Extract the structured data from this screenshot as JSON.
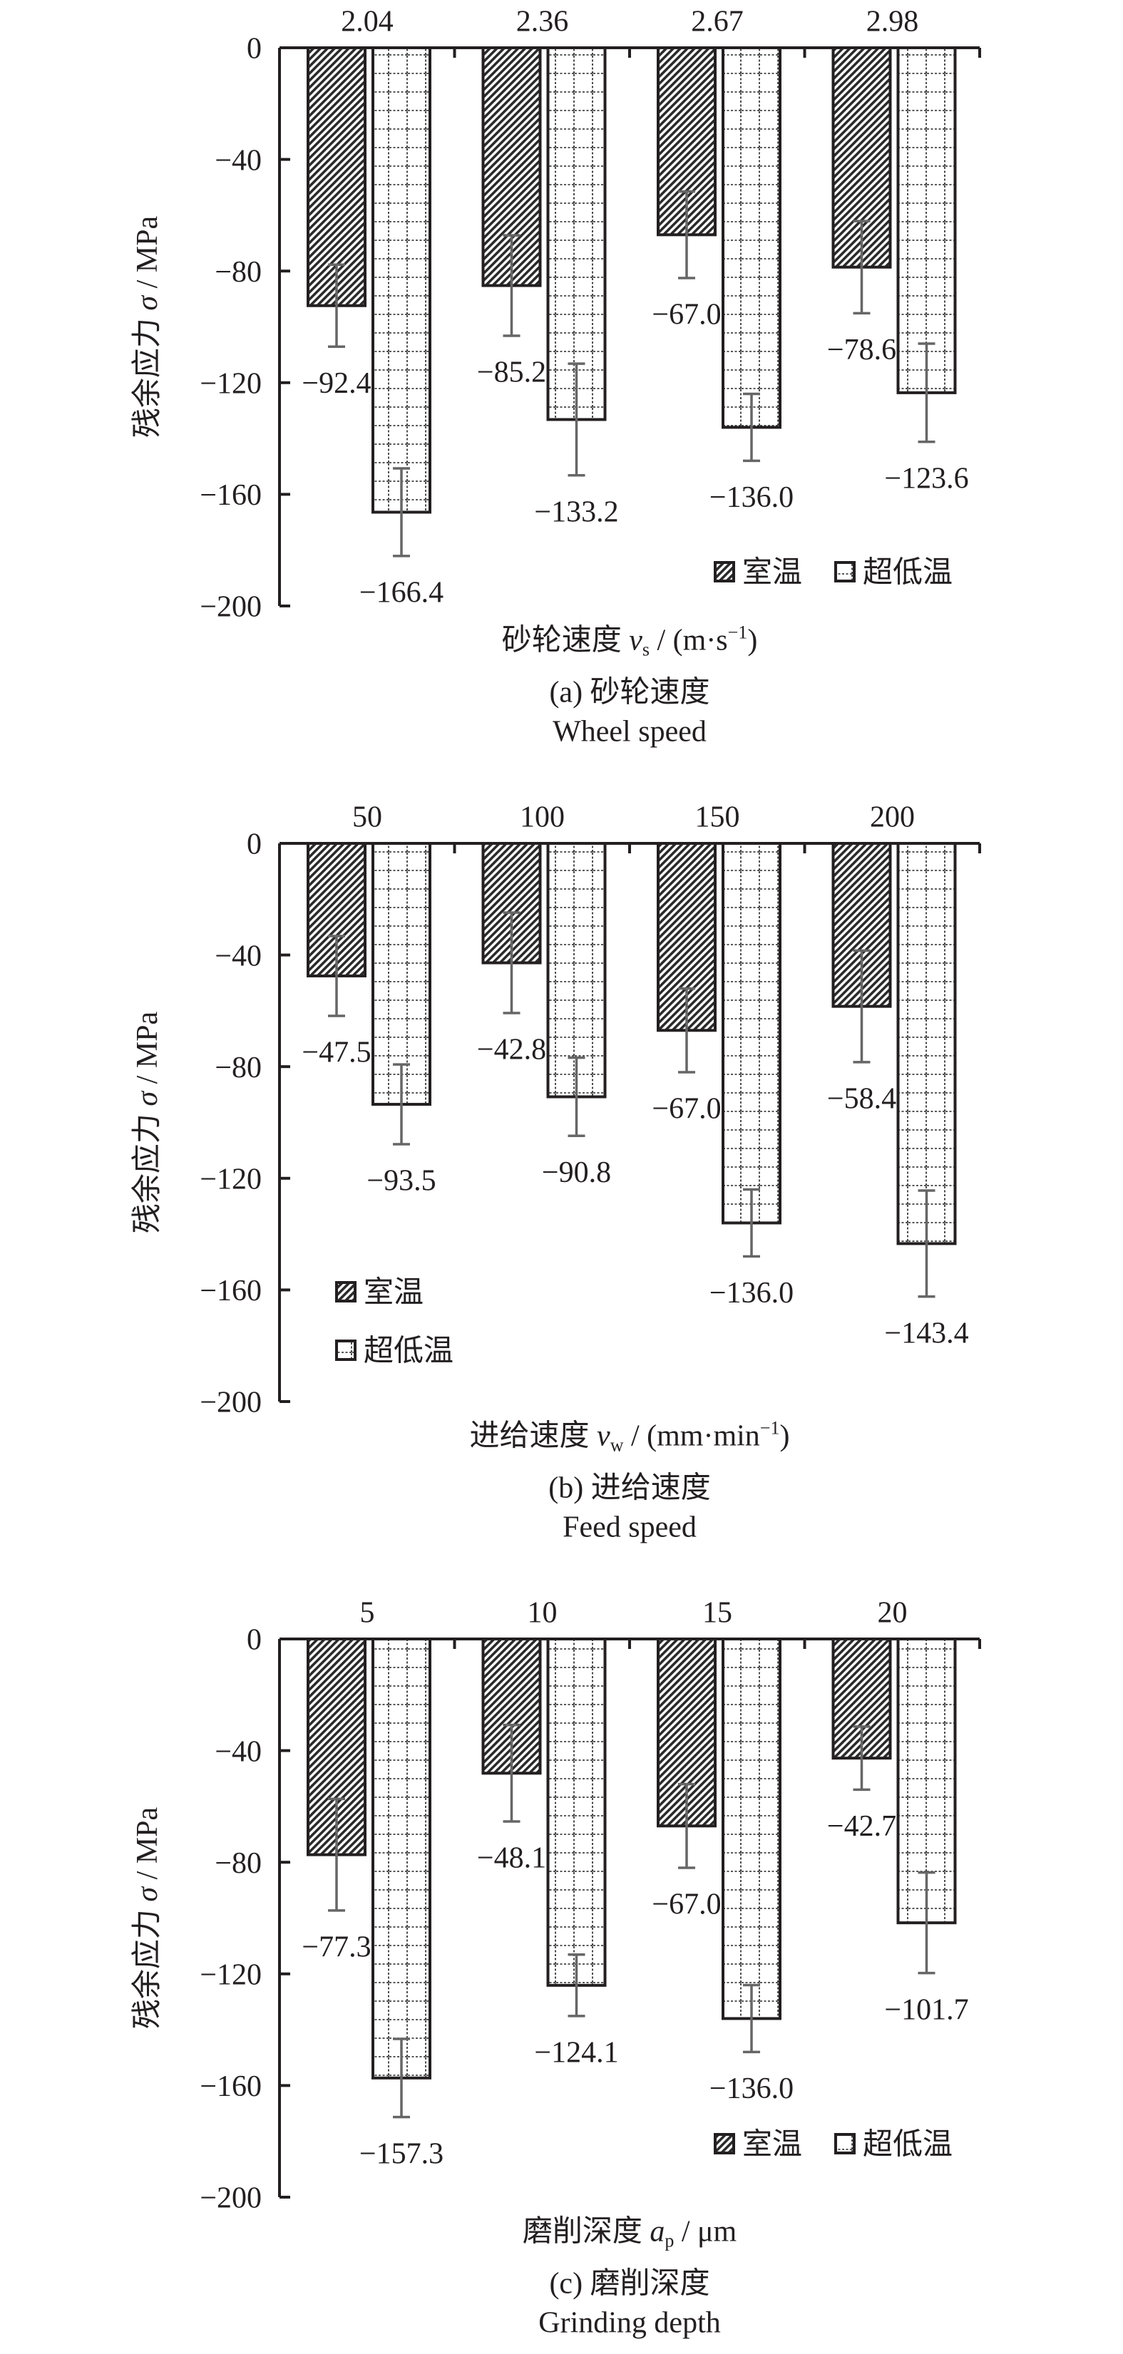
{
  "chart_data": [
    {
      "type": "bar",
      "panel": "a",
      "categories": [
        "2.04",
        "2.36",
        "2.67",
        "2.98"
      ],
      "series": [
        {
          "name": "室温",
          "values": [
            -92.4,
            -85.2,
            -67.0,
            -78.6
          ],
          "errors": [
            14.7,
            18,
            15.5,
            16.5
          ],
          "value_labels": [
            "−92.4",
            "−85.2",
            "−67.0",
            "−78.6"
          ]
        },
        {
          "name": "超低温",
          "values": [
            -166.4,
            -133.2,
            -136.0,
            -123.6
          ],
          "errors": [
            15.7,
            20,
            12,
            17.6
          ],
          "value_labels": [
            "−166.4",
            "−133.2",
            "−136.0",
            "−123.6"
          ]
        }
      ],
      "ylim": [
        -200,
        0
      ],
      "yticks": [
        0,
        -40,
        -80,
        -120,
        -160,
        -200
      ],
      "ytick_labels": [
        "0",
        "−40",
        "−80",
        "−120",
        "−160",
        "−200"
      ],
      "ylabel": [
        {
          "text": "残余应力 ",
          "style": "normal"
        },
        {
          "text": "σ",
          "style": "italic"
        },
        {
          "text": " / MPa",
          "style": "normal"
        }
      ],
      "xlabel": [
        {
          "text": "砂轮速度 ",
          "style": "normal"
        },
        {
          "text": "v",
          "style": "italic"
        },
        {
          "text": "s",
          "style": "sub"
        },
        {
          "text": " / (m·s",
          "style": "normal"
        },
        {
          "text": "−1",
          "style": "sup"
        },
        {
          "text": ")",
          "style": "normal"
        }
      ],
      "caption_cn": "(a) 砂轮速度",
      "caption_en": "Wheel speed",
      "legend": "bottom-right",
      "grid": false
    },
    {
      "type": "bar",
      "panel": "b",
      "categories": [
        "50",
        "100",
        "150",
        "200"
      ],
      "series": [
        {
          "name": "室温",
          "values": [
            -47.5,
            -42.8,
            -67.0,
            -58.4
          ],
          "errors": [
            14.3,
            18,
            15,
            20
          ],
          "value_labels": [
            "−47.5",
            "−42.8",
            "−67.0",
            "−58.4"
          ]
        },
        {
          "name": "超低温",
          "values": [
            -93.5,
            -90.8,
            -136.0,
            -143.4
          ],
          "errors": [
            14.3,
            14,
            12,
            19
          ],
          "value_labels": [
            "−93.5",
            "−90.8",
            "−136.0",
            "−143.4"
          ]
        }
      ],
      "ylim": [
        -200,
        0
      ],
      "yticks": [
        0,
        -40,
        -80,
        -120,
        -160,
        -200
      ],
      "ytick_labels": [
        "0",
        "−40",
        "−80",
        "−120",
        "−160",
        "−200"
      ],
      "ylabel": [
        {
          "text": "残余应力 ",
          "style": "normal"
        },
        {
          "text": "σ",
          "style": "italic"
        },
        {
          "text": " / MPa",
          "style": "normal"
        }
      ],
      "xlabel": [
        {
          "text": "进给速度 ",
          "style": "normal"
        },
        {
          "text": "v",
          "style": "italic"
        },
        {
          "text": "w",
          "style": "sub"
        },
        {
          "text": " / (mm·min",
          "style": "normal"
        },
        {
          "text": "−1",
          "style": "sup"
        },
        {
          "text": ")",
          "style": "normal"
        }
      ],
      "caption_cn": "(b) 进给速度",
      "caption_en": "Feed speed",
      "legend": "bottom-left",
      "grid": false
    },
    {
      "type": "bar",
      "panel": "c",
      "categories": [
        "5",
        "10",
        "15",
        "20"
      ],
      "series": [
        {
          "name": "室温",
          "values": [
            -77.3,
            -48.1,
            -67.0,
            -42.7
          ],
          "errors": [
            20,
            17.3,
            15,
            11.3
          ],
          "value_labels": [
            "−77.3",
            "−48.1",
            "−67.0",
            "−42.7"
          ]
        },
        {
          "name": "超低温",
          "values": [
            -157.3,
            -124.1,
            -136.0,
            -101.7
          ],
          "errors": [
            14,
            11,
            12,
            18
          ],
          "value_labels": [
            "−157.3",
            "−124.1",
            "−136.0",
            "−101.7"
          ]
        }
      ],
      "ylim": [
        -200,
        0
      ],
      "yticks": [
        0,
        -40,
        -80,
        -120,
        -160,
        -200
      ],
      "ytick_labels": [
        "0",
        "−40",
        "−80",
        "−120",
        "−160",
        "−200"
      ],
      "ylabel": [
        {
          "text": "残余应力 ",
          "style": "normal"
        },
        {
          "text": "σ",
          "style": "italic"
        },
        {
          "text": " / MPa",
          "style": "normal"
        }
      ],
      "xlabel": [
        {
          "text": "磨削深度 ",
          "style": "normal"
        },
        {
          "text": "a",
          "style": "italic"
        },
        {
          "text": "p",
          "style": "sub"
        },
        {
          "text": " / μm",
          "style": "normal"
        }
      ],
      "caption_cn": "(c) 磨削深度",
      "caption_en": "Grinding depth",
      "legend": "bottom-right",
      "grid": false
    }
  ],
  "colors": {
    "ink": "#231f20",
    "errorbar": "#666666",
    "background": "#ffffff"
  }
}
